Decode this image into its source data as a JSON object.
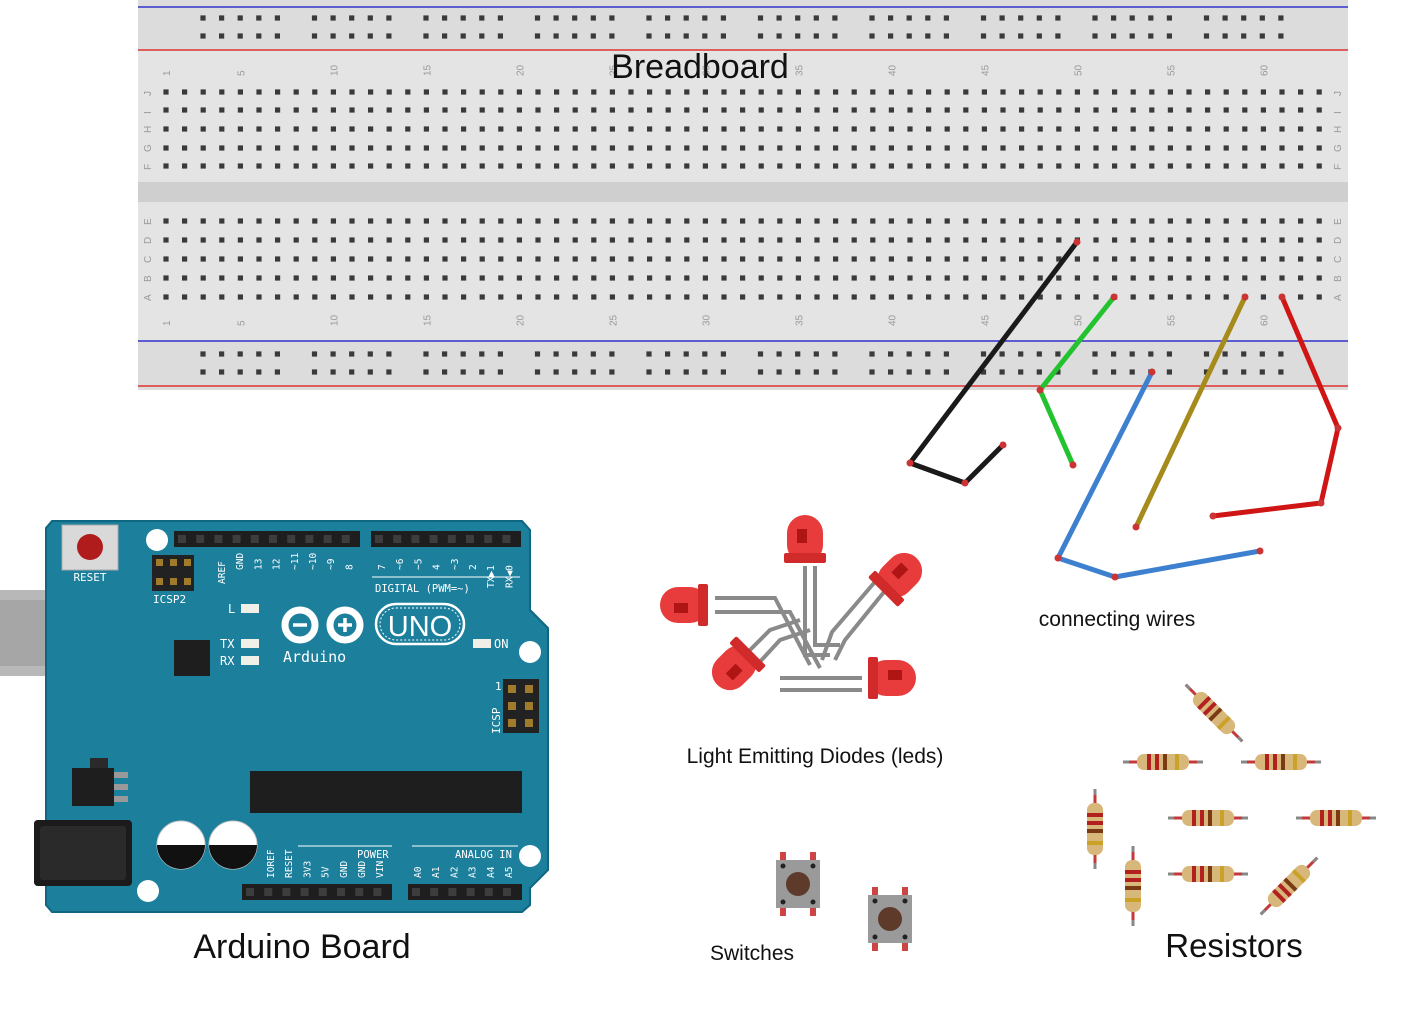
{
  "captions": {
    "breadboard": "Breadboard",
    "arduino": "Arduino Board",
    "leds": "Light Emitting Diodes (leds)",
    "wires": "connecting wires",
    "switches": "Switches",
    "resistors": "Resistors"
  },
  "breadboard": {
    "column_numbers": [
      "1",
      "5",
      "10",
      "15",
      "20",
      "25",
      "30",
      "35",
      "40",
      "45",
      "50",
      "55",
      "60"
    ],
    "top_row_letters": [
      "J",
      "I",
      "H",
      "G",
      "F"
    ],
    "bottom_row_letters": [
      "E",
      "D",
      "C",
      "B",
      "A"
    ]
  },
  "arduino": {
    "reset_label": "RESET",
    "icsp2_label": "ICSP2",
    "icsp_label": "ICSP",
    "icsp_pin1": "1",
    "brand": "Arduino",
    "model": "UNO",
    "l_label": "L",
    "tx_label": "TX",
    "rx_label": "RX",
    "on_label": "ON",
    "digital_label": "DIGITAL (PWM=~)",
    "power_label": "POWER",
    "analog_label": "ANALOG IN",
    "digital_pins_left": [
      "AREF",
      "GND",
      "13",
      "12",
      "~11",
      "~10",
      "~9",
      "8"
    ],
    "digital_pins_right": [
      "7",
      "~6",
      "~5",
      "4",
      "~3",
      "2",
      "TX▶1",
      "RX◀0"
    ],
    "power_pins": [
      "IOREF",
      "RESET",
      "3V3",
      "5V",
      "GND",
      "GND",
      "VIN"
    ],
    "analog_pins": [
      "A0",
      "A1",
      "A2",
      "A3",
      "A4",
      "A5"
    ]
  },
  "colors": {
    "board_blue": "#1c7f9c",
    "breadboard_bg": "#e3e3e3",
    "rail_red": "#d33",
    "rail_blue": "#33c",
    "wire_black": "#1a1a1a",
    "wire_green": "#22c32e",
    "wire_blue": "#3e80d0",
    "wire_brown": "#a58a1c",
    "wire_red": "#d01515",
    "led_red": "#e83b3b"
  }
}
